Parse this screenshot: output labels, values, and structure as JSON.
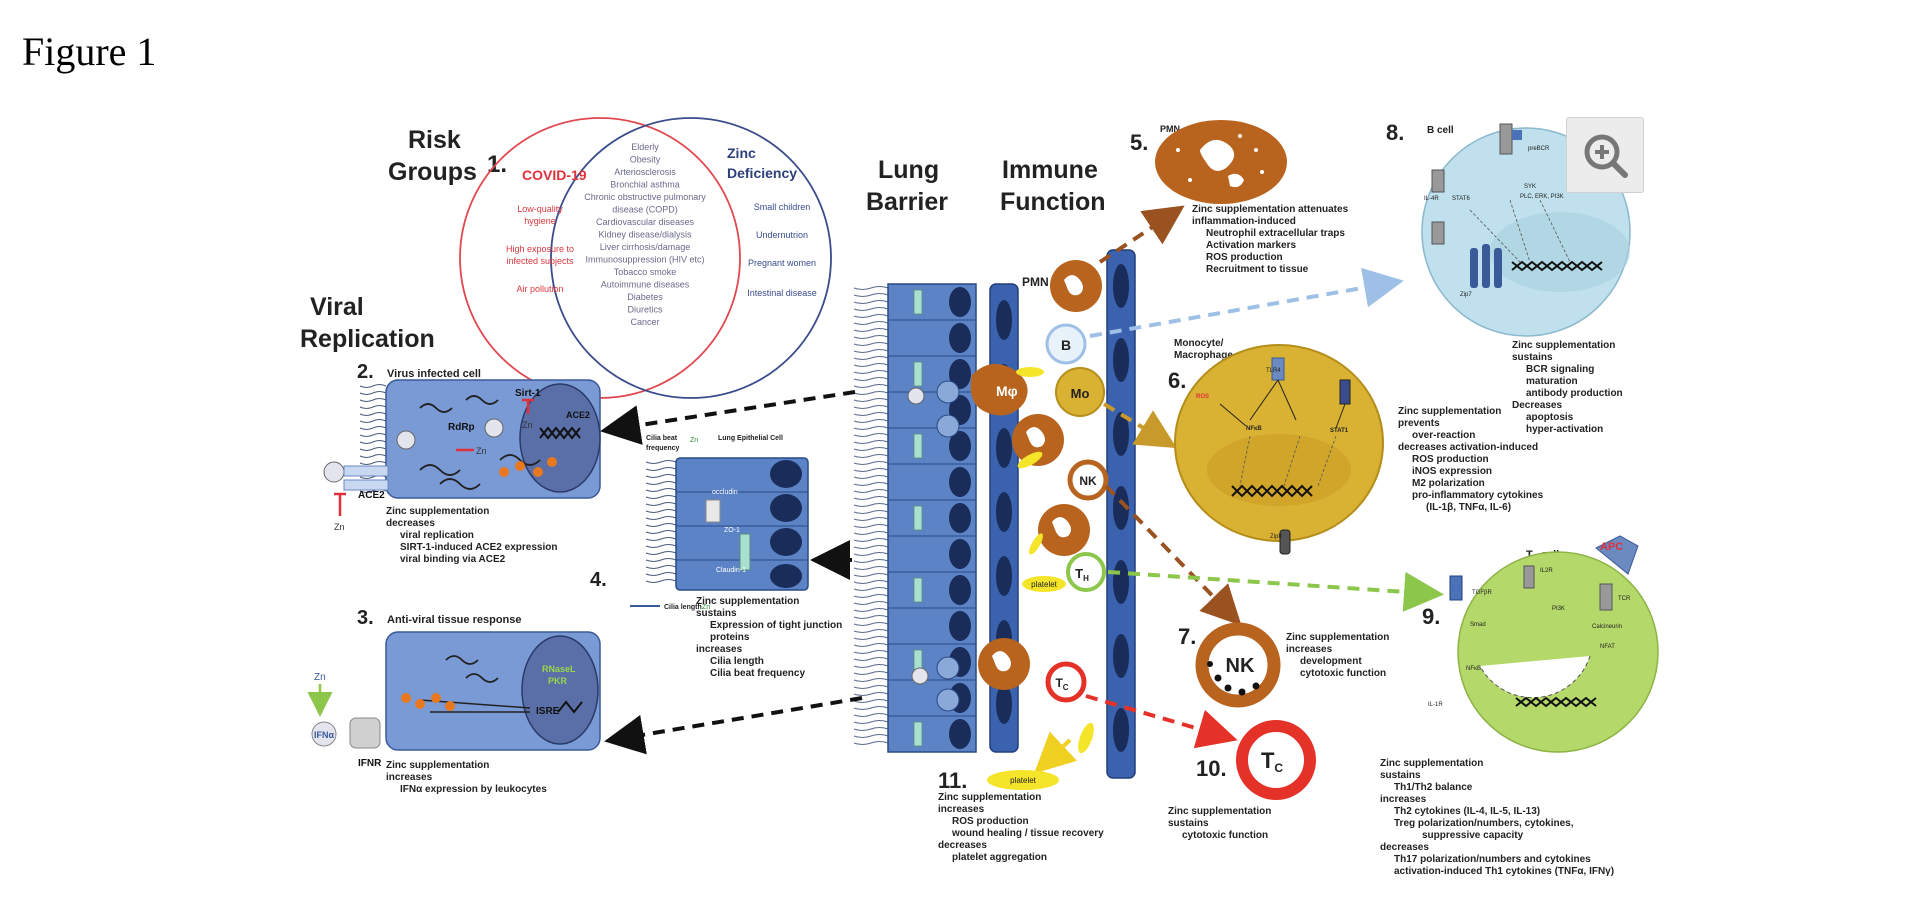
{
  "figure_title": "Figure 1",
  "risk": {
    "heading1": "Risk",
    "heading2": "Groups",
    "num": "1.",
    "covid_label": "COVID-19",
    "zinc_label1": "Zinc",
    "zinc_label2": "Deficiency",
    "covid_items": [
      "Low-quality",
      "hygiene",
      "High exposure to",
      "infected subjects",
      "Air pollution"
    ],
    "overlap_items": [
      "Elderly",
      "Obesity",
      "Arteriosclerosis",
      "Bronchial asthma",
      "Chronic obstructive pulmonary",
      "disease (COPD)",
      "Cardiovascular diseases",
      "Kidney disease/dialysis",
      "Liver cirrhosis/damage",
      "Immunosuppression (HIV etc)",
      "Tobacco smoke",
      "Autoimmune diseases",
      "Diabetes",
      "Diuretics",
      "Cancer"
    ],
    "zinc_items": [
      "Small children",
      "Undernutrion",
      "Pregnant women",
      "Intestinal disease"
    ]
  },
  "headers": {
    "viral1": "Viral",
    "viral2": "Replication",
    "lung1": "Lung",
    "lung2": "Barrier",
    "immune1": "Immune",
    "immune2": "Function"
  },
  "panel2": {
    "num": "2.",
    "title": "Virus infected cell",
    "labels": {
      "rdrp": "RdRp",
      "sirt": "Sirt-1",
      "ace2_in": "ACE2",
      "ace2_out": "ACE2",
      "zn": "Zn"
    },
    "text": [
      "Zinc supplementation",
      "decreases",
      "viral replication",
      "SIRT-1-induced ACE2 expression",
      "viral binding via ACE2"
    ]
  },
  "panel3": {
    "num": "3.",
    "title": "Anti-viral tissue response",
    "labels": {
      "rnase": "RNaseL",
      "pkr": "PKR",
      "isre": "ISRE",
      "zn": "Zn",
      "ifna": "IFNα",
      "ifnr": "IFNR"
    },
    "text": [
      "Zinc supplementation",
      "increases",
      "IFNα expression by leukocytes"
    ]
  },
  "panel4": {
    "num": "4.",
    "labels": {
      "cilia_beat": "Cilia beat",
      "frequency": "frequency",
      "lung_cell": "Lung Epithelial Cell",
      "occludin": "occludin",
      "zo": "ZO-1",
      "claudin": "Claudin-1",
      "cilia_length": "Cilia length",
      "zn": "Zn"
    },
    "text": [
      "Zinc supplementation",
      "sustains",
      "Expression of tight junction",
      "proteins",
      "increases",
      "Cilia length",
      "Cilia beat frequency"
    ]
  },
  "panel5": {
    "num": "5.",
    "title": "PMN",
    "text": [
      "Zinc supplementation attenuates",
      "inflammation-induced",
      "Neutrophil extracellular traps",
      "Activation markers",
      "ROS production",
      "Recruitment to tissue"
    ]
  },
  "panel6": {
    "num": "6.",
    "title1": "Monocyte/",
    "title2": "Macrophage",
    "labels": {
      "tlr4": "TLR4",
      "ros": "ROS",
      "nfkb": "NFκB",
      "stat": "STAT1",
      "zip": "Zip8"
    },
    "text": [
      "Zinc supplementation",
      "prevents",
      "over-reaction",
      "decreases activation-induced",
      "ROS production",
      "iNOS expression",
      "M2 polarization",
      "pro-inflammatory cytokines",
      "(IL-1β, TNFα, IL-6)"
    ]
  },
  "panel7": {
    "num": "7.",
    "label": "NK",
    "text": [
      "Zinc supplementation",
      "increases",
      "development",
      "cytotoxic function"
    ]
  },
  "panel8": {
    "num": "8.",
    "title": "B cell",
    "labels": {
      "prebcr": "preBCR",
      "il4r": "IL-4R",
      "stat6": "STAT6",
      "zip": "Zip7",
      "syk": "SYK",
      "plc": "PLC, ERK, PI3K"
    },
    "text": [
      "Zinc supplementation",
      "sustains",
      "BCR signaling",
      "maturation",
      "antibody production",
      "Decreases",
      "apoptosis",
      "hyper-activation"
    ]
  },
  "panel9": {
    "num": "9.",
    "title": "T",
    "title_sub": "H",
    "title_rest": " cell",
    "apc": "APC",
    "labels": {
      "tgfbr": "TGFβR",
      "il2r": "IL2R",
      "tcr": "TCR",
      "smad": "Smad",
      "pi3k": "PI3K",
      "calcineurin": "Calcineurin",
      "nfat": "NFAT",
      "nfkb": "NFκB",
      "il1r": "IL-1R"
    },
    "text": [
      "Zinc supplementation",
      "sustains",
      "Th1/Th2 balance",
      "increases",
      "Th2 cytokines (IL-4, IL-5, IL-13)",
      "Treg polarization/numbers, cytokines,",
      "suppressive capacity",
      "decreases",
      "Th17 polarization/numbers and cytokines",
      "activation-induced Th1 cytokines (TNFα, IFNγ)"
    ]
  },
  "panel10": {
    "num": "10.",
    "label": "T",
    "label_sub": "C",
    "text": [
      "Zinc supplementation",
      "sustains",
      "cytotoxic function"
    ]
  },
  "panel11": {
    "num": "11.",
    "platelet": "platelet",
    "text": [
      "Zinc supplementation",
      "increases",
      "ROS production",
      "wound healing / tissue recovery",
      "decreases",
      "platelet aggregation"
    ]
  },
  "center_cells": {
    "pmn": "PMN",
    "b": "B",
    "mo": "Mo",
    "mphi": "Mφ",
    "nk": "NK",
    "th": "T",
    "th_sub": "H",
    "tc": "T",
    "tc_sub": "C",
    "platelet": "platelet"
  },
  "colors": {
    "covid_red": "#e0303a",
    "zinc_navy": "#2c3e7a",
    "epithelium": "#4a72b8",
    "neutrophil": "#b8641e",
    "macrophage": "#d9b133",
    "bcell": "#bfe0ec",
    "thcell": "#b5d86a",
    "tc": "#e53228",
    "platelet": "#f5e52a"
  }
}
